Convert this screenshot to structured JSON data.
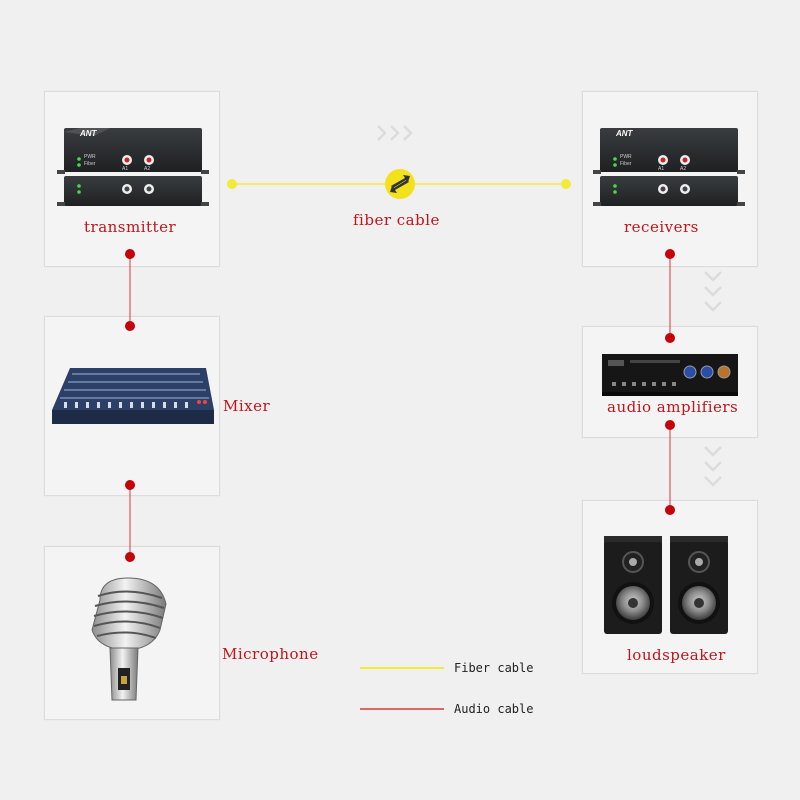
{
  "labels": {
    "transmitter": "transmitter",
    "fiber_cable": "fiber cable",
    "receivers": "receivers",
    "mixer": "Mixer",
    "audio_amplifiers": "audio amplifiers",
    "microphone": "Microphone",
    "loudspeaker": "loudspeaker"
  },
  "device": {
    "brand": "ANT",
    "leds": [
      "PWR",
      "Fiber"
    ],
    "ports": [
      "A1",
      "A2"
    ]
  },
  "legend": {
    "fiber": "Fiber cable",
    "audio": "Audio cable"
  },
  "colors": {
    "fiber": "#f2ea3a",
    "audio": "#d43a3a",
    "node": "#c4000a",
    "label": "#c0151a",
    "chevron": "#dcdcdc"
  }
}
